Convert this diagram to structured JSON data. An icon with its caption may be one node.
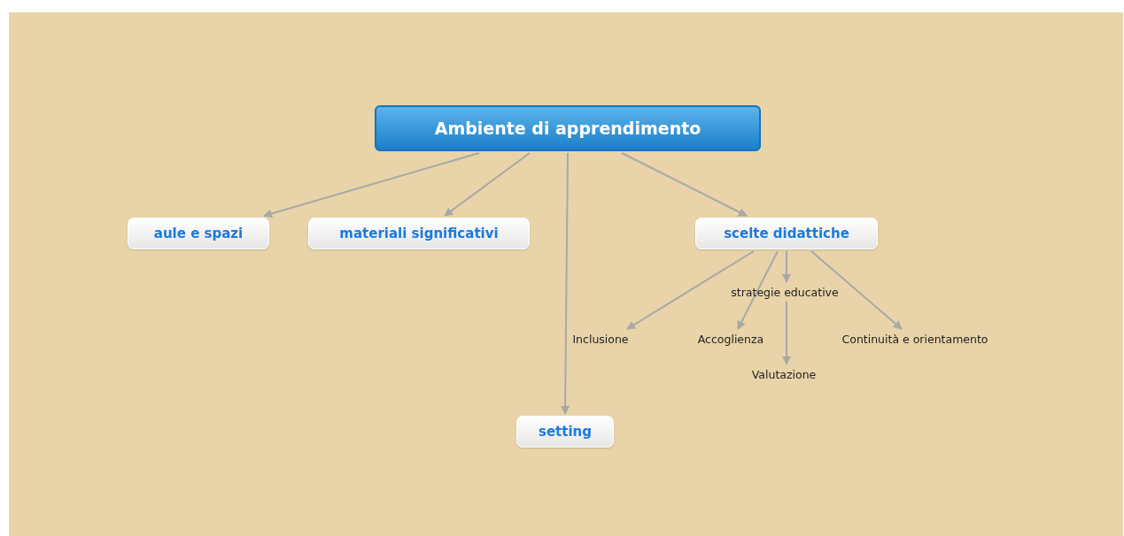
{
  "diagram": {
    "nodes": [
      {
        "text": [
          "Ambiente di apprendimento"
        ]
      },
      {
        "text": [
          "aule e spazi"
        ]
      },
      {
        "text": [
          "materiali significativi"
        ]
      },
      {
        "text": [
          "scelte didattiche"
        ]
      },
      {
        "text": [
          "strategie educative"
        ]
      },
      {
        "text": [
          "Inclusione"
        ]
      },
      {
        "text": [
          "Accoglienza"
        ]
      },
      {
        "text": [
          "Continuità e orientamento"
        ]
      },
      {
        "text": [
          "Valutazione"
        ]
      },
      {
        "text": [
          "setting"
        ]
      }
    ],
    "edges": [
      {
        "from": 0,
        "to": 1,
        "arrow": "to"
      },
      {
        "from": 0,
        "to": 2,
        "arrow": "to"
      },
      {
        "from": 0,
        "to": 9,
        "arrow": "to"
      },
      {
        "from": 0,
        "to": 3,
        "arrow": "to"
      },
      {
        "from": 3,
        "to": 5,
        "arrow": "to"
      },
      {
        "from": 3,
        "to": 6,
        "arrow": "to"
      },
      {
        "from": 3,
        "to": 4,
        "arrow": "to"
      },
      {
        "from": 3,
        "to": 7,
        "arrow": "to"
      },
      {
        "from": 4,
        "to": 8,
        "arrow": "to"
      }
    ]
  }
}
